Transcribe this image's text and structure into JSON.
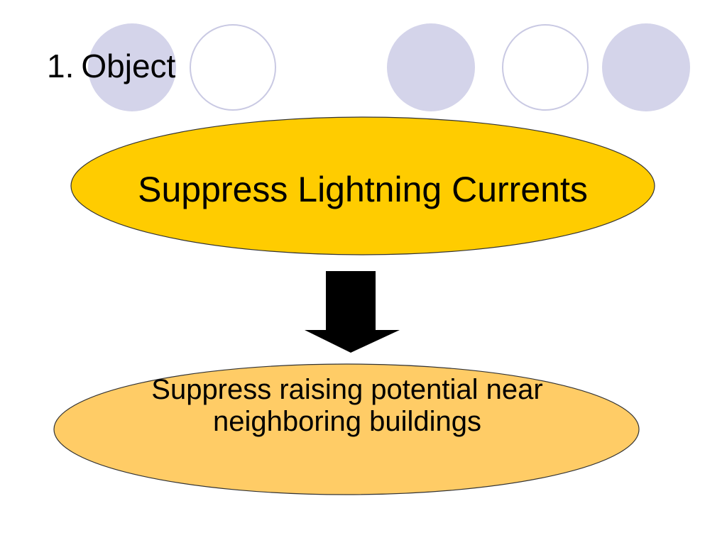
{
  "slide": {
    "title_number": "1.",
    "title_text": "Object"
  },
  "diagram": {
    "top_node": {
      "label": "Suppress Lightning Currents",
      "fill": "#ffcc00"
    },
    "arrow": {
      "direction": "down",
      "fill": "#000000"
    },
    "bottom_node": {
      "label": "Suppress raising potential near neighboring buildings",
      "fill": "#ffcc66"
    }
  },
  "decoration": {
    "circle_fill": "#d4d4ea",
    "circle_outline": "#c9c9e3"
  }
}
